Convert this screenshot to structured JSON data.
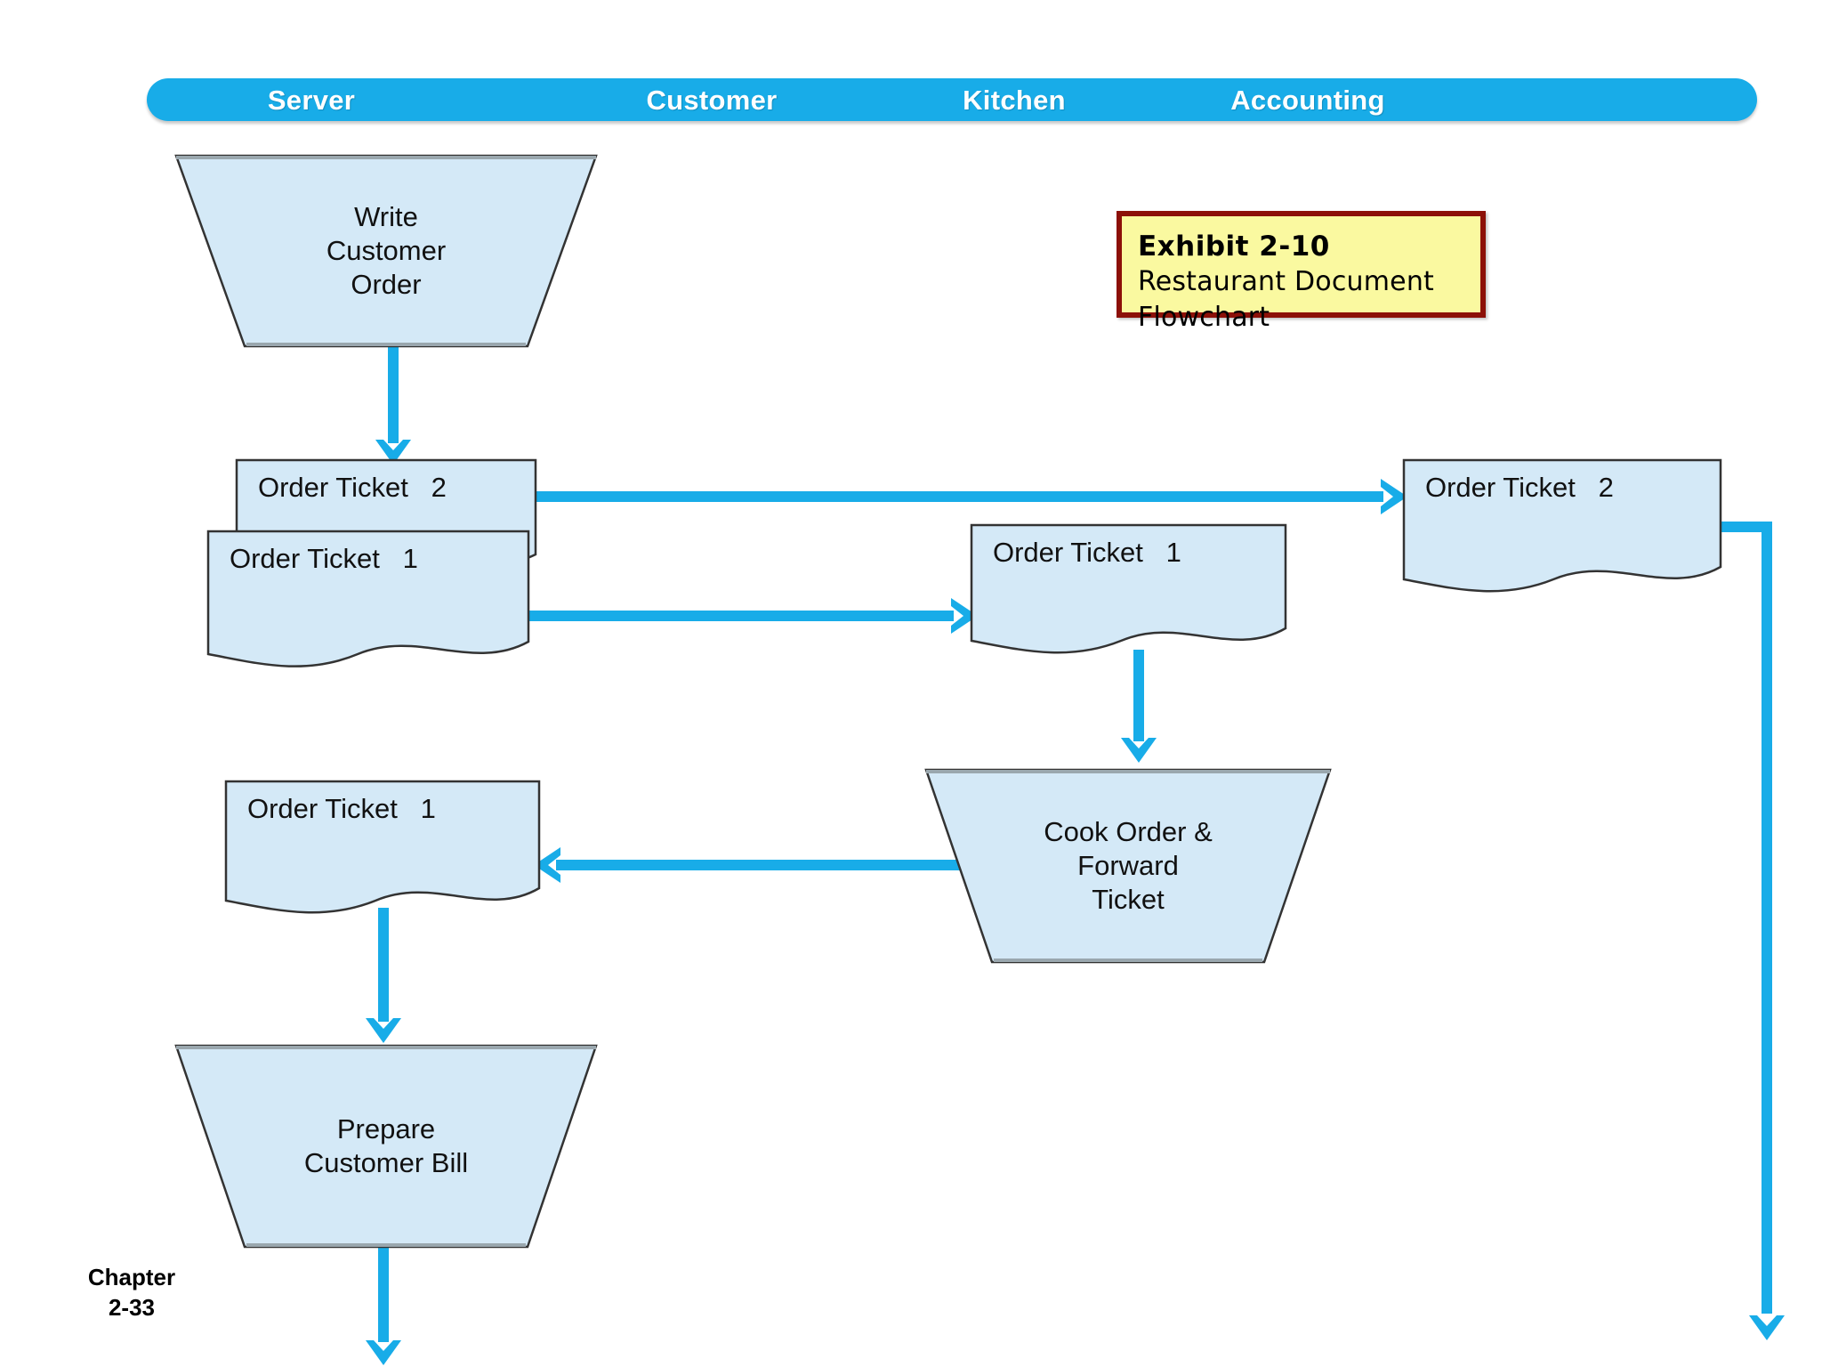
{
  "header": {
    "columns": [
      {
        "label": "Server"
      },
      {
        "label": "Customer"
      },
      {
        "label": "Kitchen"
      },
      {
        "label": "Accounting"
      }
    ],
    "band_color": "#18ACE8",
    "label_color": "#FFFFFF"
  },
  "exhibit": {
    "line1": "Exhibit 2-10",
    "line2": "Restaurant Document Flowchart",
    "fill_color": "#FAF9A0",
    "border_color": "#8C1008"
  },
  "theme": {
    "shape_fill": "#D4E9F7",
    "shape_stroke": "#333333",
    "connector_color": "#18ACE8",
    "text_color": "#111111",
    "page_background": "#FFFFFF"
  },
  "nodes": {
    "write_customer_order": {
      "type": "manual-operation",
      "label": "Write\nCustomer\nOrder",
      "column": "Server"
    },
    "order_ticket_2_server": {
      "type": "document",
      "label": "Order Ticket   2",
      "column": "Server"
    },
    "order_ticket_1_server": {
      "type": "document",
      "label": "Order Ticket   1",
      "column": "Server"
    },
    "order_ticket_1_kitchen": {
      "type": "document",
      "label": "Order Ticket   1",
      "column": "Kitchen"
    },
    "order_ticket_2_accounting": {
      "type": "document",
      "label": "Order Ticket   2",
      "column": "Accounting"
    },
    "cook_order_forward_ticket": {
      "type": "manual-operation",
      "label": "Cook Order &\nForward\nTicket",
      "column": "Kitchen"
    },
    "order_ticket_1_server_returned": {
      "type": "document",
      "label": "Order Ticket   1",
      "column": "Server"
    },
    "prepare_customer_bill": {
      "type": "manual-operation",
      "label": "Prepare\nCustomer Bill",
      "column": "Server"
    }
  },
  "footer": {
    "chapter_text": "Chapter\n2-33"
  }
}
